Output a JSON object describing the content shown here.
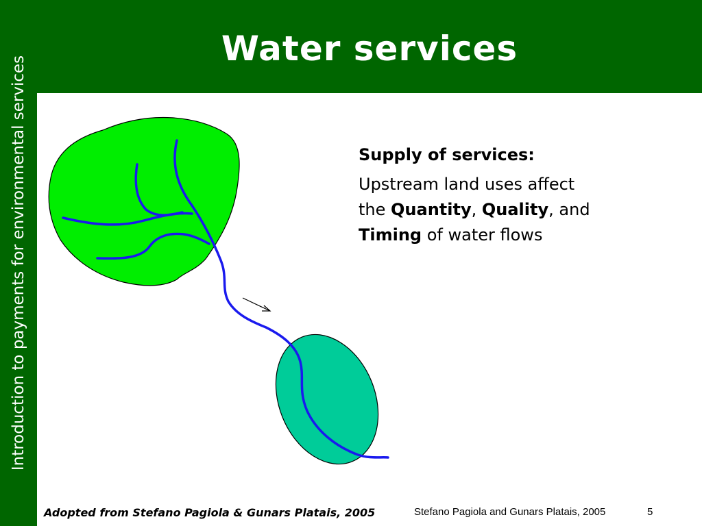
{
  "slide": {
    "title": "Water services",
    "side_label": "Introduction to payments for environmental services"
  },
  "content": {
    "heading": "Supply of services:",
    "line1": "Upstream land uses affect",
    "line2_pre": "the ",
    "quantity": "Quantity",
    "sep1": ", ",
    "quality": "Quality",
    "sep2": ", and",
    "timing": "Timing",
    "line3_post": " of water flows"
  },
  "footer": {
    "credit": "Adopted from Stefano Pagiola & Gunars Platais, 2005",
    "authors": "Stefano Pagiola and Gunars Platais, 2005",
    "page_number": "5"
  },
  "colors": {
    "band": "#006600",
    "watershed": "#00ee00",
    "reservoir": "#00cc99",
    "river": "#1a1aee"
  }
}
